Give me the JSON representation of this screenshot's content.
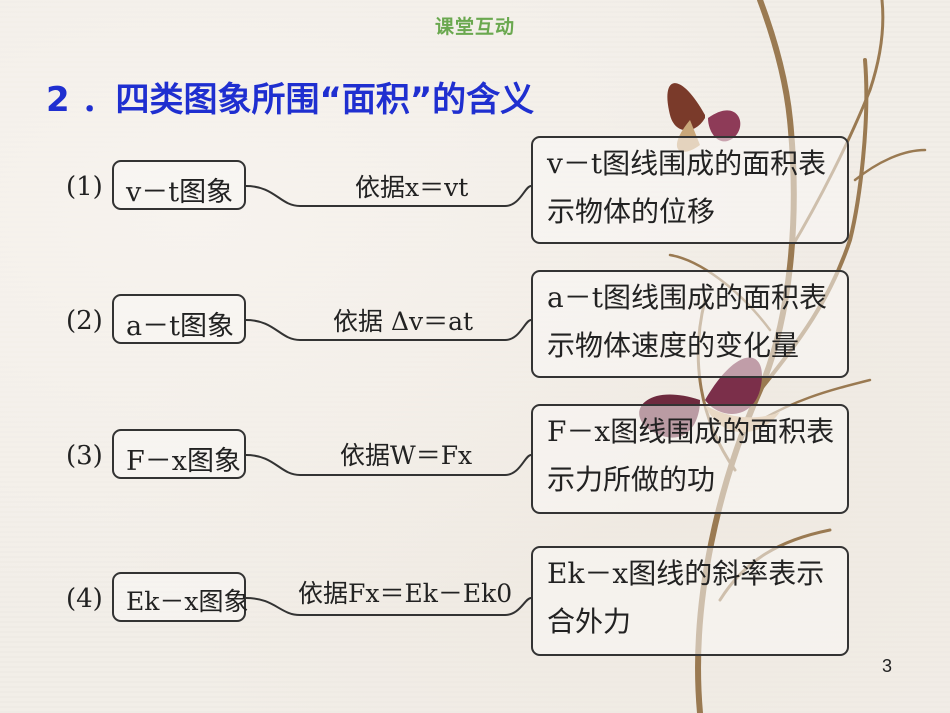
{
  "header": "课堂互动",
  "title": "2 ．四类图象所围“面积”的含义",
  "rows": [
    {
      "num": "(1)",
      "graph": "v－t图象",
      "basis": "依据x＝vt",
      "meaning": "v－t图线围成的面积表示物体的位移"
    },
    {
      "num": "(2)",
      "graph": "a－t图象",
      "basis": "依据 Δv＝at",
      "meaning": "a－t图线围成的面积表示物体速度的变化量"
    },
    {
      "num": "(3)",
      "graph": "F－x图象",
      "basis": "依据W＝Fx",
      "meaning": "F－x图线围成的面积表示力所做的功"
    },
    {
      "num": "(4)",
      "graph": "Ek－x图象",
      "basis": "依据Fx＝Ek－Ek0",
      "meaning": "Ek－x图线的斜率表示合外力"
    }
  ],
  "page_number": "3"
}
